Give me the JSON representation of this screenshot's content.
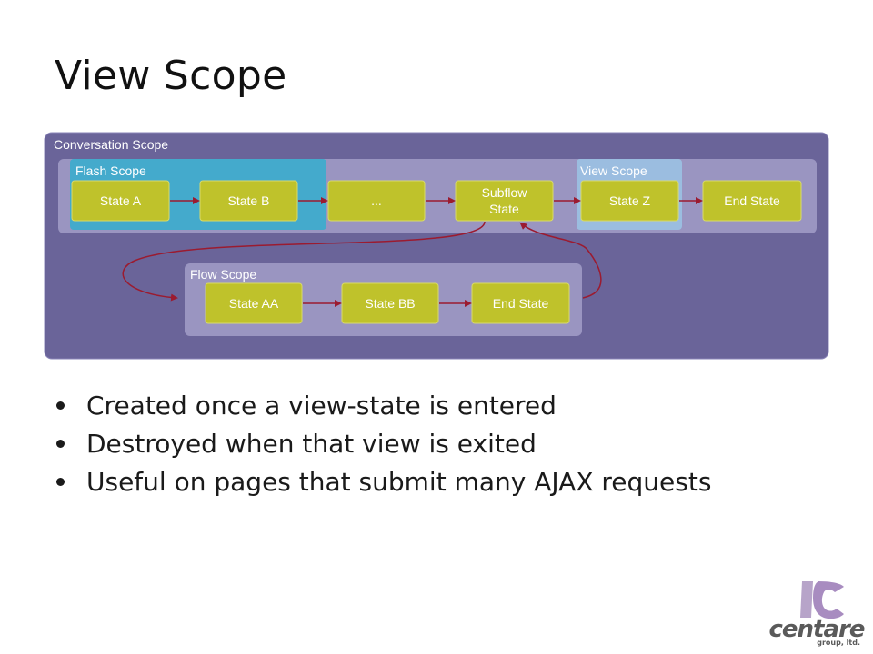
{
  "title": "View Scope",
  "diagram": {
    "conversation_scope_label": "Conversation Scope",
    "flash_scope_label": "Flash Scope",
    "view_scope_label": "View Scope",
    "flow_scope_label": "Flow Scope",
    "states": {
      "state_a": "State A",
      "state_b": "State B",
      "ellipsis": "...",
      "subflow_line1": "Subflow",
      "subflow_line2": "State",
      "state_z": "State Z",
      "end_state_top": "End State",
      "state_aa": "State AA",
      "state_bb": "State BB",
      "end_state_bottom": "End State"
    },
    "colors": {
      "conversation_bg": "#6a6499",
      "lane_bg": "#9a95c1",
      "flash_bg": "#44aacc",
      "view_bg": "#9bbde0",
      "state_fill": "#bfc22b",
      "arrow": "#9b1b30"
    }
  },
  "bullets": [
    "Created once a view-state is entered",
    "Destroyed when that view is exited",
    "Useful on pages that submit many AJAX requests"
  ],
  "logo": {
    "name": "centare",
    "sub": "group, ltd."
  }
}
